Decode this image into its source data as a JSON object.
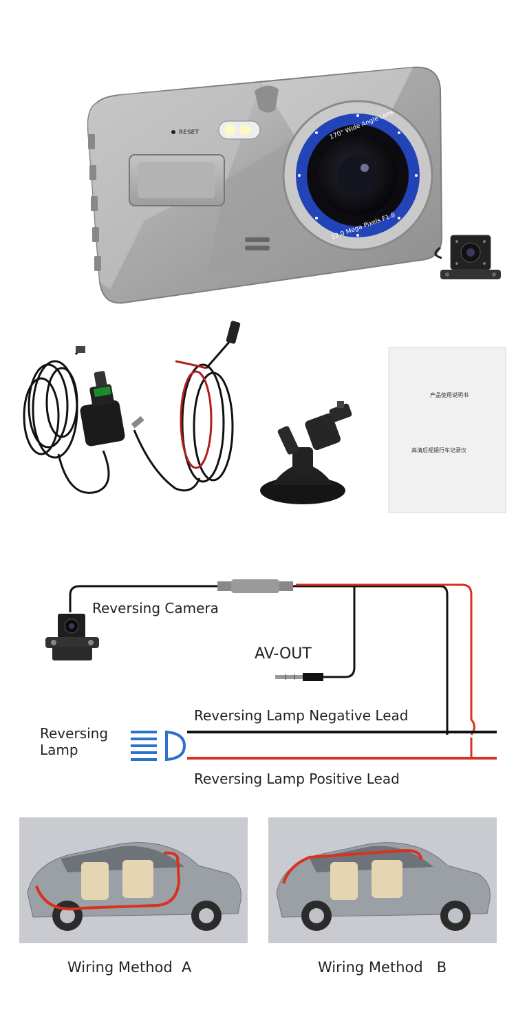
{
  "dashcam": {
    "reset_label": "RESET",
    "lens_top_text": "170° Wide Angle Lens",
    "lens_bottom_text": "12.0 Mega Pixels F1.8"
  },
  "accessories": {
    "manual_title": "产品使用说明书",
    "manual_subtitle": "高清后视镜行车记录仪"
  },
  "wiring": {
    "reversing_camera": "Reversing Camera",
    "av_out": "AV-OUT",
    "reversing_lamp_line1": "Reversing",
    "reversing_lamp_line2": "Lamp",
    "negative_lead": "Reversing Lamp Negative Lead",
    "positive_lead": "Reversing Lamp Positive Lead"
  },
  "methods": [
    {
      "label": "Wiring Method  A"
    },
    {
      "label": "Wiring Method   B"
    }
  ],
  "colors": {
    "wire_black": "#111111",
    "wire_red": "#d8321f",
    "lamp_blue": "#2a6fd1",
    "lens_ring_blue": "#2244b8",
    "body_silver": "#b9b9b9"
  }
}
